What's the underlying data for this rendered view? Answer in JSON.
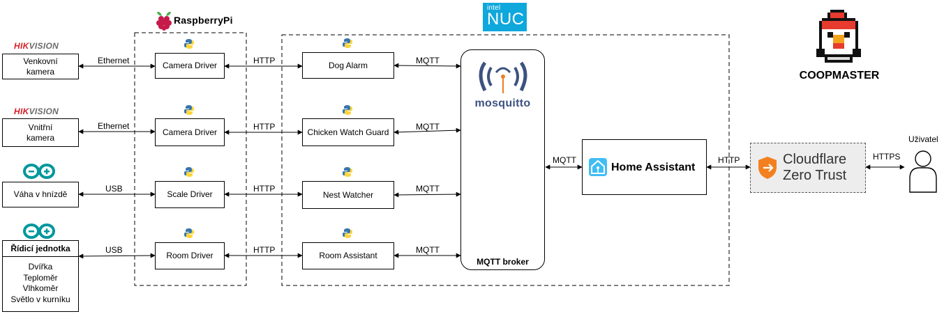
{
  "hikvision_logo": "HIKVISION",
  "raspberry_label": "RaspberryPi",
  "intel_logo": {
    "brand": "intel",
    "product": "NUC"
  },
  "coopmaster": "COOPMASTER",
  "devices": [
    {
      "name": "Venkovní\nkamera",
      "link": "Ethernet",
      "driver": "Camera Driver",
      "service": "Dog Alarm"
    },
    {
      "name": "Vnitřní\nkamera",
      "link": "Ethernet",
      "driver": "Camera Driver",
      "service": "Chicken Watch Guard"
    },
    {
      "name": "Váha v hnízdě",
      "link": "USB",
      "driver": "Scale Driver",
      "service": "Nest Watcher"
    },
    {
      "name": "Řídicí jednotka",
      "link": "USB",
      "driver": "Room Driver",
      "service": "Room Assistant"
    }
  ],
  "control_unit_items": [
    "Dvířka",
    "Teploměr",
    "Vlhkoměr",
    "Světlo v kurníku"
  ],
  "protocols": {
    "http": "HTTP",
    "mqtt": "MQTT",
    "https": "HTTPS"
  },
  "broker": {
    "logo": "mosquitto",
    "label": "MQTT broker"
  },
  "home_assistant": "Home Assistant",
  "cloudflare": {
    "line1": "Cloudflare",
    "line2": "Zero Trust"
  },
  "user": "Uživatel",
  "colors": {
    "hikvision_red": "#d61f26",
    "arduino_teal": "#00979d",
    "mosquitto_navy": "#3c5280",
    "mosquitto_orange": "#ef7e22",
    "home_assistant_blue": "#41bdf5",
    "cloudflare_orange": "#f38020",
    "intel_blue": "#0fa8dc",
    "raspberry_red": "#c51a4a",
    "python_blue": "#3776ab",
    "python_yellow": "#ffd43b"
  }
}
